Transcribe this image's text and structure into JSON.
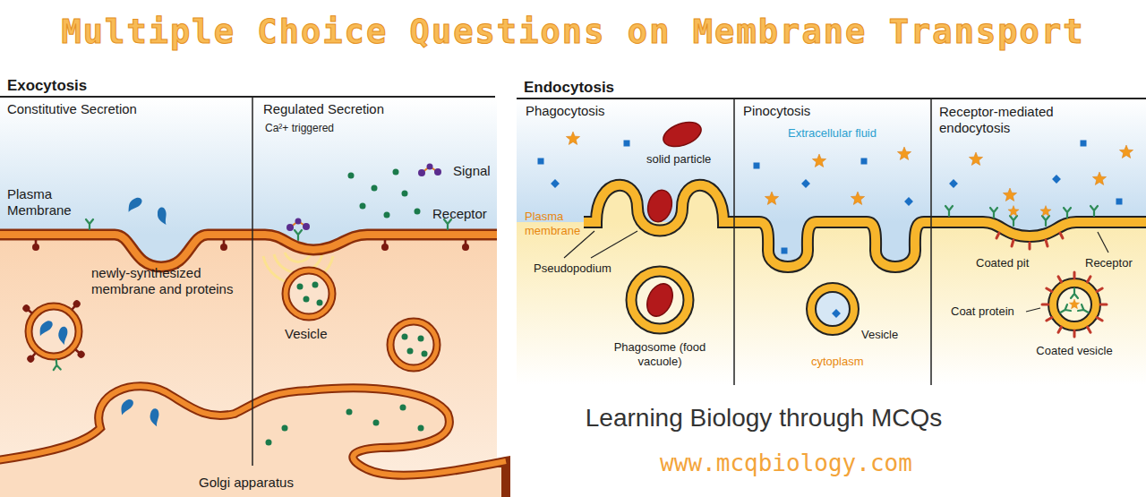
{
  "diagram": {
    "title": "Multiple Choice Questions on Membrane Transport",
    "nodes": [
      {
        "text": [
          "Exocytosis"
        ]
      },
      {
        "text": [
          "Constitutive Secretion"
        ],
        "in": 0
      },
      {
        "text": [
          "Regulated Secretion"
        ],
        "in": 0
      },
      {
        "text": [
          "Endocytosis"
        ]
      },
      {
        "text": [
          "Phagocytosis"
        ],
        "in": 3
      },
      {
        "text": [
          "Pinocytosis"
        ],
        "in": 3
      },
      {
        "text": [
          "Receptor-mediated endocytosis"
        ],
        "in": 3
      }
    ],
    "labels": [
      "Ca²+ triggered",
      "Signal",
      "Plasma Membrane",
      "Receptor",
      "newly-synthesized membrane and proteins",
      "Vesicle",
      "Golgi apparatus",
      "solid particle",
      "Extracellular fluid",
      "Plasma membrane",
      "Pseudopodium",
      "Phagosome (food vacuole)",
      "Vesicle",
      "cytoplasm",
      "Coated pit",
      "Receptor",
      "Coat protein",
      "Coated vesicle",
      "Learning Biology through MCQs",
      "www.mcqbiology.com"
    ]
  }
}
